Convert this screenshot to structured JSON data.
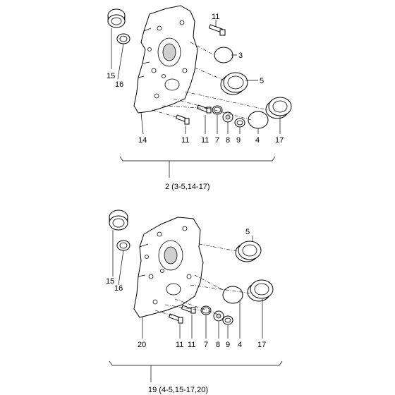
{
  "upper_assembly": {
    "labels": {
      "p11_top": "11",
      "p3": "3",
      "p5": "5",
      "p15": "15",
      "p16": "16",
      "p14": "14",
      "p11_a": "11",
      "p11_b": "11",
      "p7": "7",
      "p8": "8",
      "p9": "9",
      "p4": "4",
      "p17": "17"
    },
    "group_caption": "2 (3-5,14-17)"
  },
  "lower_assembly": {
    "labels": {
      "p5": "5",
      "p15": "15",
      "p16": "16",
      "p20": "20",
      "p11_a": "11",
      "p11_b": "11",
      "p7": "7",
      "p8": "8",
      "p9": "9",
      "p4": "4",
      "p17": "17"
    },
    "group_caption": "19 (4-5,15-17,20)"
  }
}
